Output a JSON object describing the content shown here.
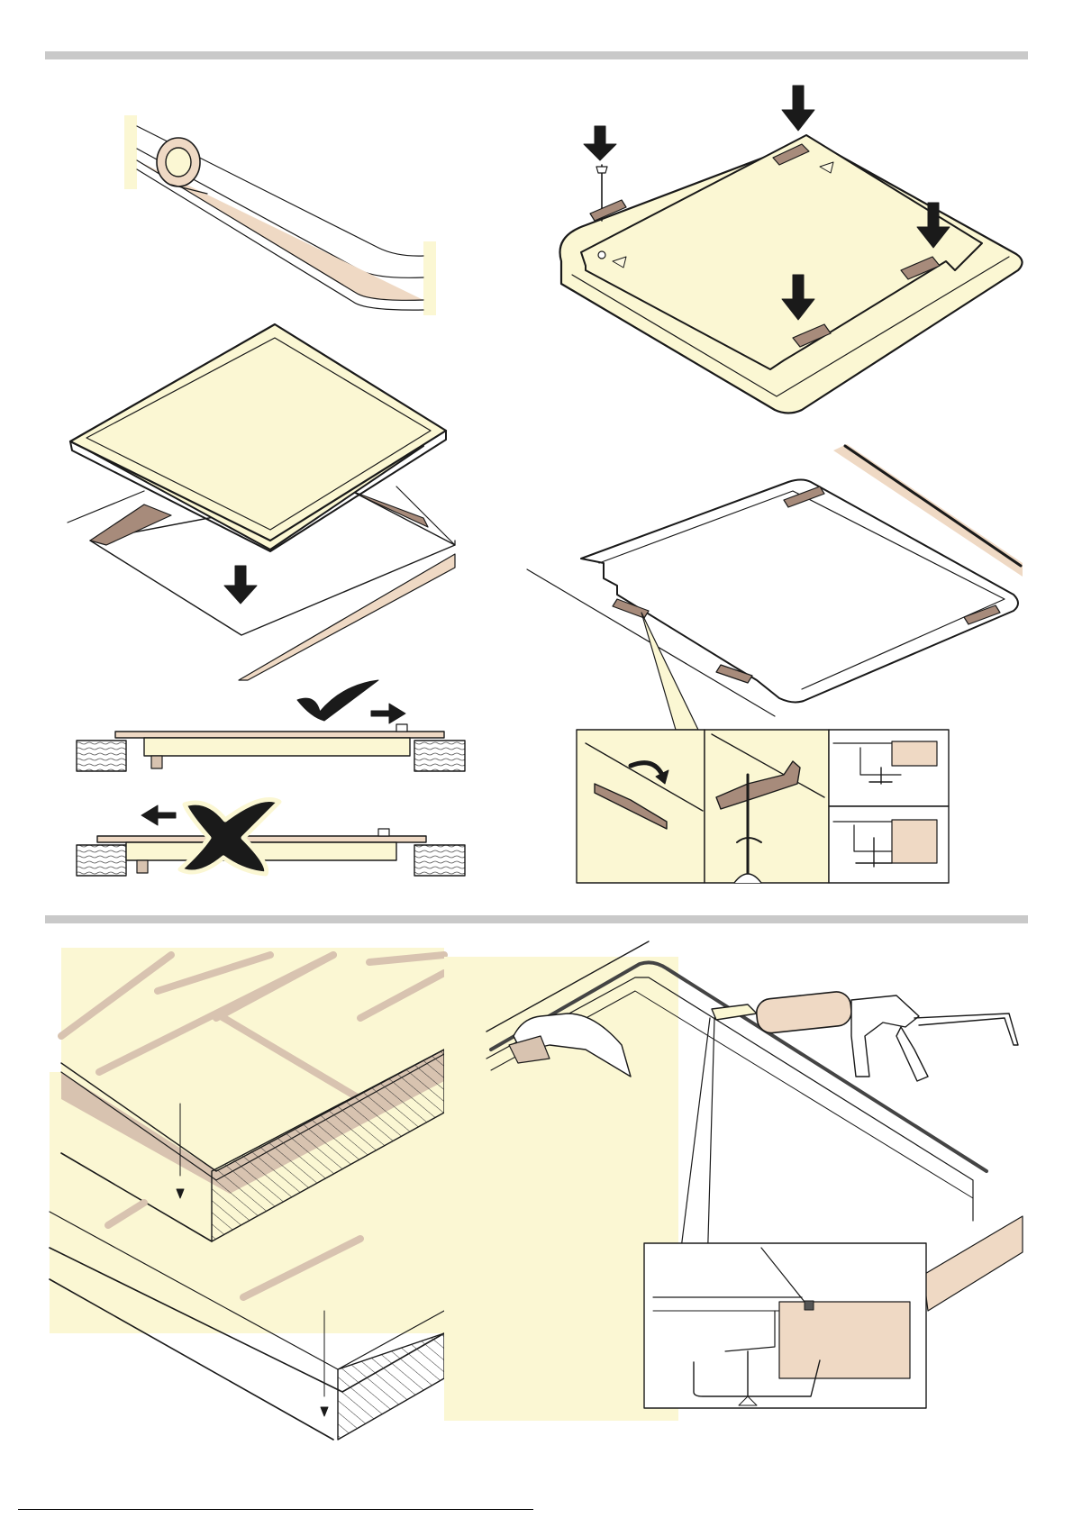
{
  "page": {
    "background": "#ffffff",
    "section_divider_color": "#c9c9c9"
  },
  "colors": {
    "cream": "#fbf7d3",
    "cream_light": "#fdf9e0",
    "tan": "#efd9c4",
    "taupe": "#a78b7b",
    "taupe_light": "#d8c3b0",
    "outline": "#1a1a1a"
  },
  "figures": [
    {
      "id": "seal-tape",
      "icon": "tape-roll-icon"
    },
    {
      "id": "lower-hob-into-cutout",
      "icon": "down-arrow-icon"
    },
    {
      "id": "mount-clamps",
      "icon": "screw-icon"
    },
    {
      "id": "clamp-positions",
      "icon": "clamp-icon"
    },
    {
      "id": "correct-insertion",
      "icon": "checkmark-icon"
    },
    {
      "id": "incorrect-insertion",
      "icon": "cross-icon"
    },
    {
      "id": "clamp-detail-rotate",
      "icon": "rotate-arrow-icon"
    },
    {
      "id": "clamp-detail-screwdriver",
      "icon": "screwdriver-icon"
    },
    {
      "id": "clamp-detail-thin-worktop",
      "icon": "section-icon"
    },
    {
      "id": "clamp-detail-thick-worktop",
      "icon": "section-icon"
    },
    {
      "id": "tiled-worktop-flush",
      "icon": "tile-icon"
    },
    {
      "id": "tiled-worktop-raised",
      "icon": "tile-icon"
    },
    {
      "id": "silicone-sealing",
      "icon": "caulking-gun-icon"
    },
    {
      "id": "silicone-detail",
      "icon": "section-icon"
    }
  ]
}
